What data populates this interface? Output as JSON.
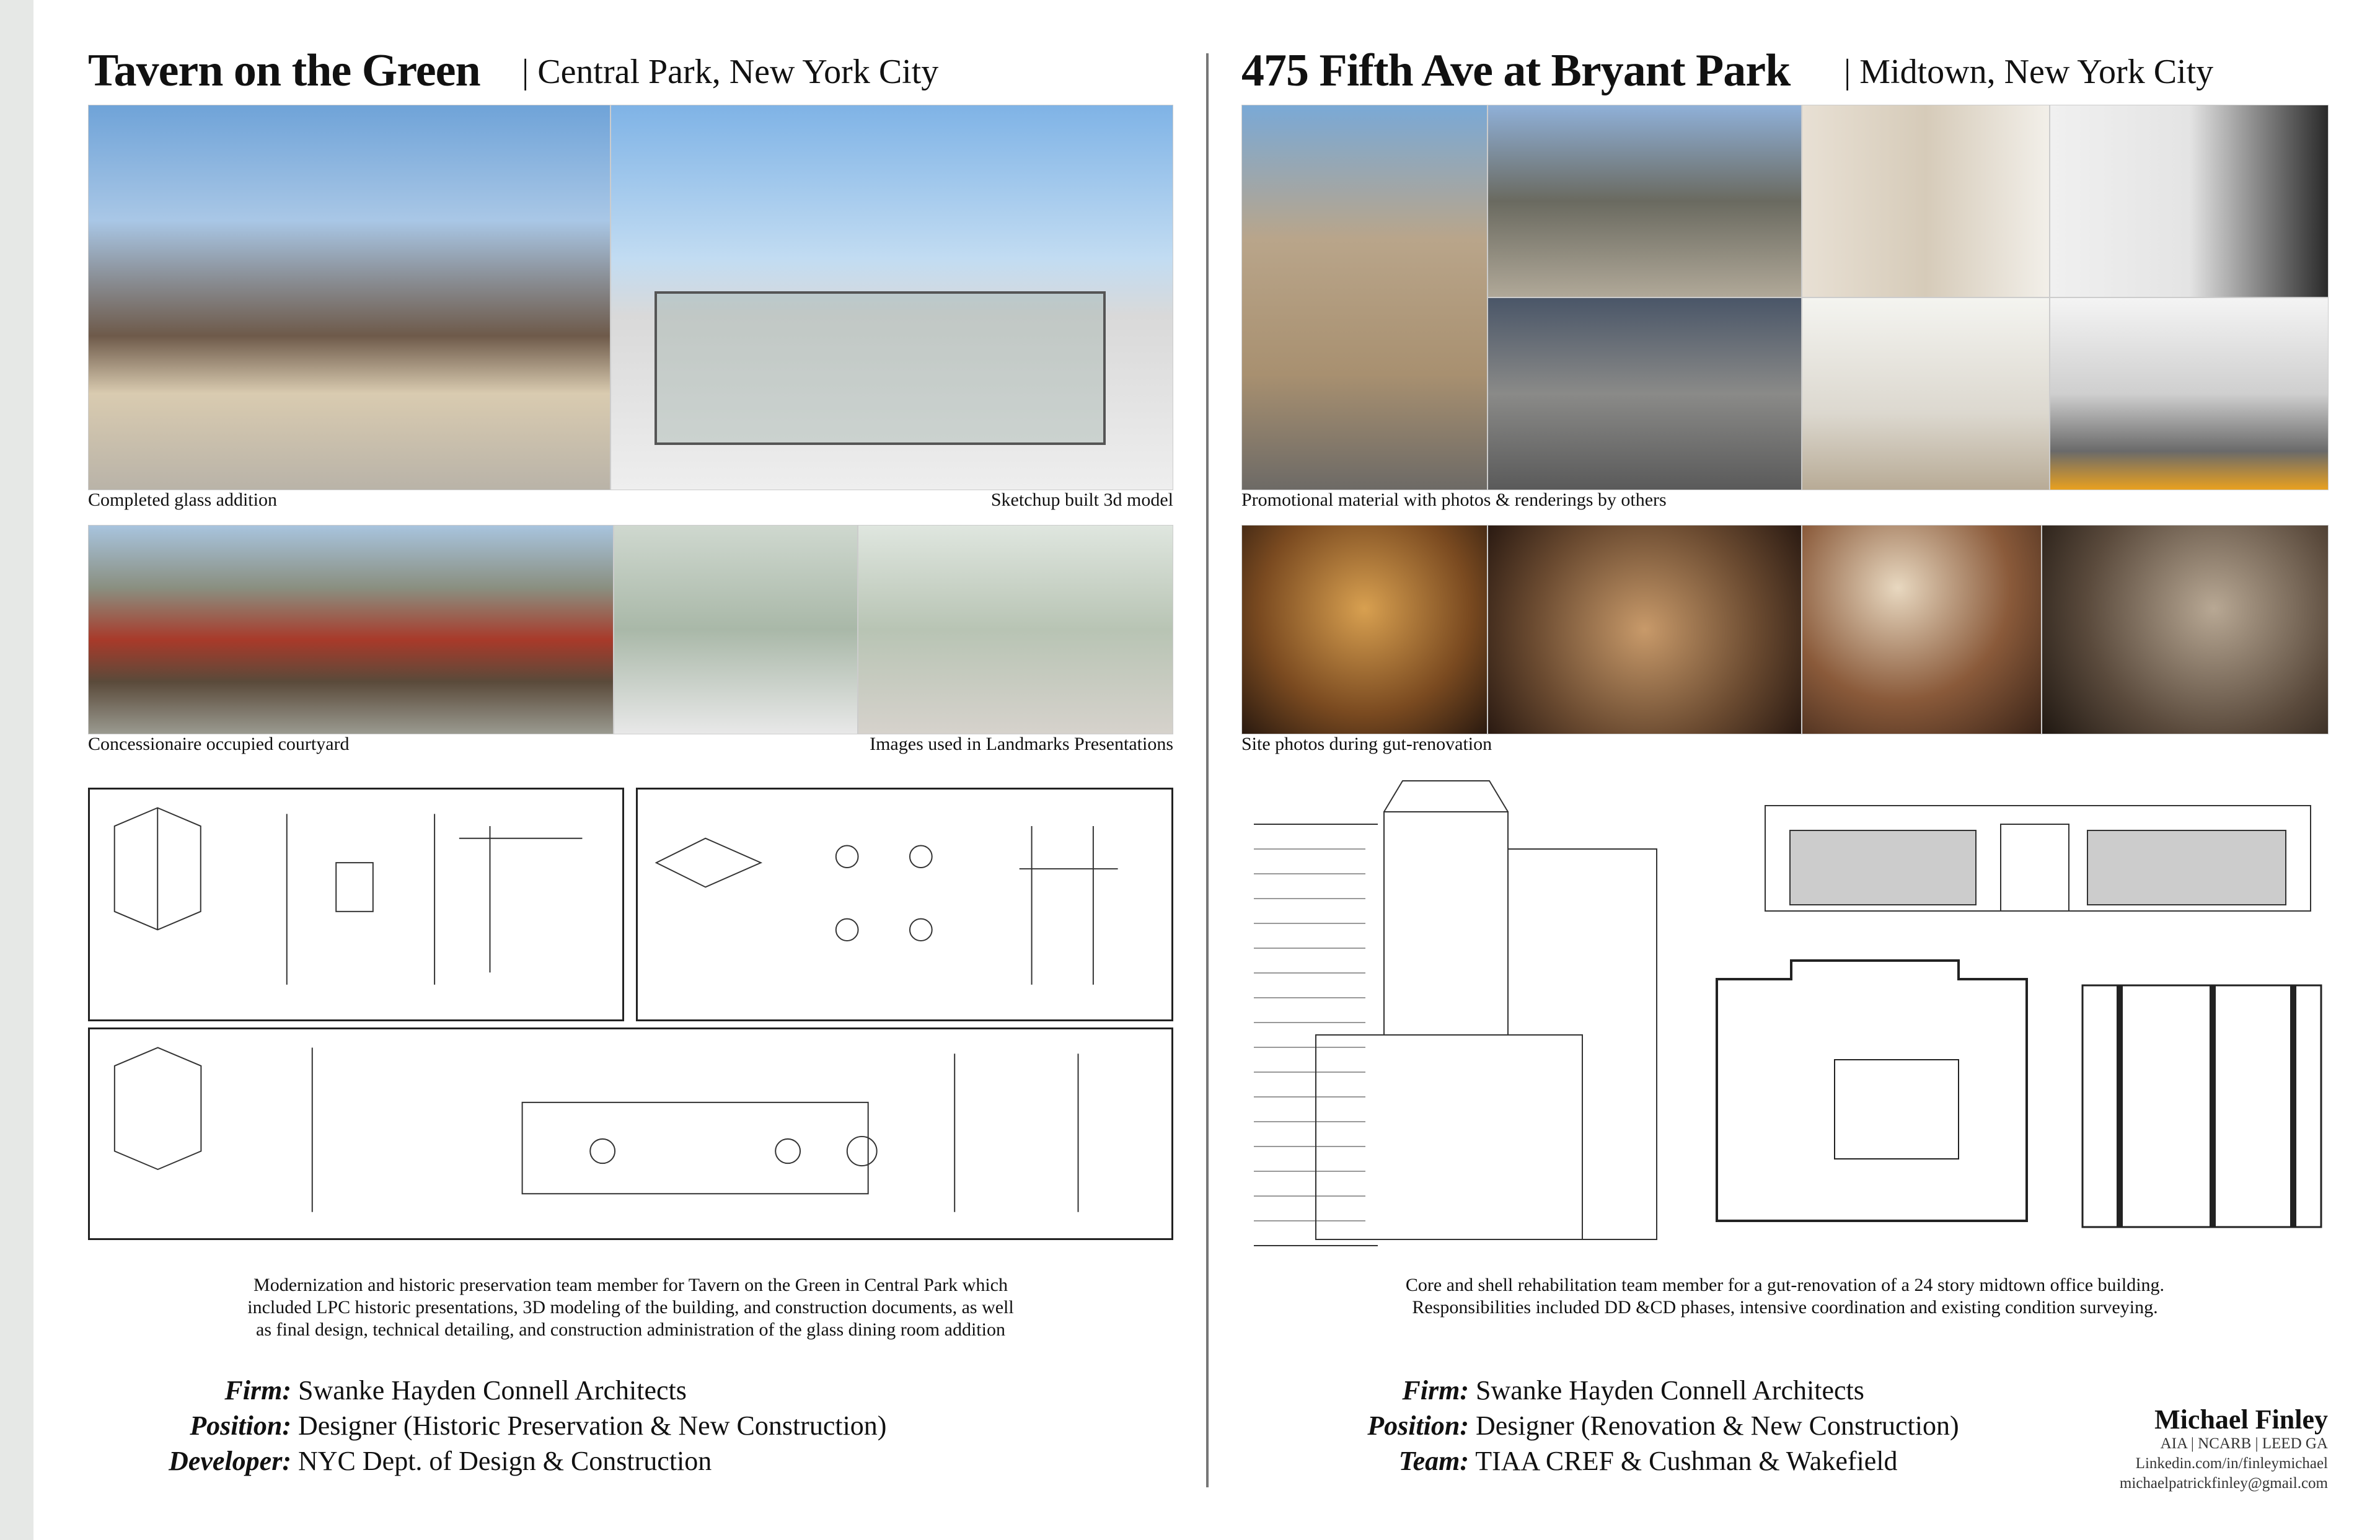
{
  "left": {
    "title": "Tavern on the Green",
    "subtitle": "| Central Park, New York City",
    "captions": {
      "completed": "Completed glass addition",
      "sketchup": "Sketchup built 3d model",
      "courtyard": "Concessionaire occupied courtyard",
      "landmarks": "Images used in Landmarks Presentations"
    },
    "description": [
      "Modernization and historic preservation team member for Tavern on the Green in Central Park which",
      "included LPC historic presentations, 3D modeling of the building, and construction documents, as well",
      "as final design, technical detailing, and construction administration of the glass dining room addition"
    ],
    "info": [
      {
        "label": "Firm:",
        "value": "Swanke Hayden Connell Architects"
      },
      {
        "label": "Position:",
        "value": "Designer (Historic Preservation & New Construction)"
      },
      {
        "label": "Developer:",
        "value": "NYC Dept. of Design & Construction"
      }
    ]
  },
  "right": {
    "title": "475 Fifth Ave at Bryant Park",
    "subtitle": "| Midtown, New York City",
    "captions": {
      "promo": "Promotional material with photos & renderings by others",
      "site": "Site photos during gut-renovation"
    },
    "description": [
      "Core and shell rehabilitation team member for a gut-renovation of a 24 story midtown office building.",
      "Responsibilities included DD &CD phases, intensive coordination and existing condition surveying."
    ],
    "info": [
      {
        "label": "Firm:",
        "value": "Swanke Hayden Connell Architects"
      },
      {
        "label": "Position:",
        "value": "Designer (Renovation & New Construction)"
      },
      {
        "label": "Team:",
        "value": "TIAA CREF & Cushman & Wakefield"
      }
    ]
  },
  "signature": {
    "name": "Michael Finley",
    "credentials": "AIA | NCARB | LEED GA",
    "linkedin": "Linkedin.com/in/finleymichael",
    "email": "michaelpatrickfinley@gmail.com"
  }
}
